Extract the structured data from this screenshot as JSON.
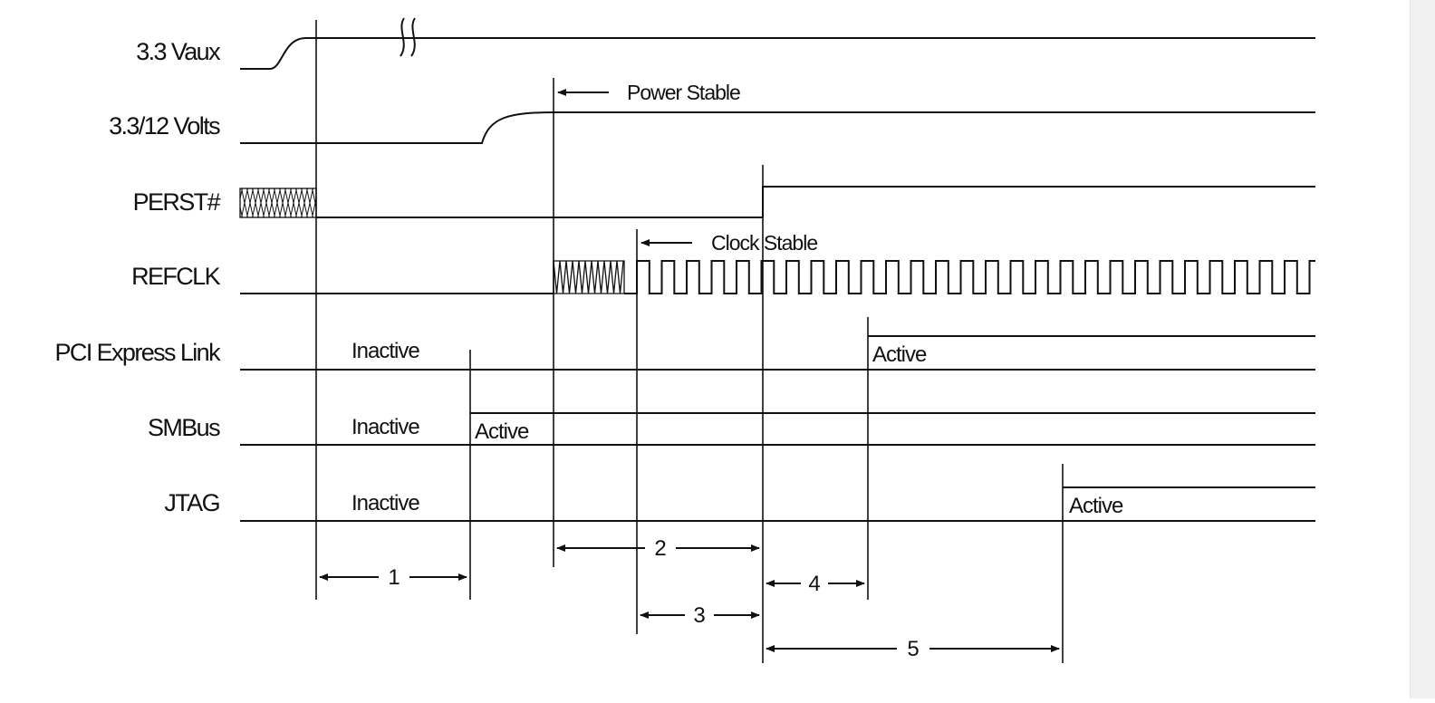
{
  "colors": {
    "ink": "#111111",
    "background": "#ffffff",
    "scrollbar": "#f1f1f1"
  },
  "signals": [
    {
      "id": "vaux",
      "label": "3.3 Vaux"
    },
    {
      "id": "volts",
      "label": "3.3/12 Volts"
    },
    {
      "id": "perst",
      "label": "PERST#"
    },
    {
      "id": "refclk",
      "label": "REFCLK"
    },
    {
      "id": "pcie",
      "label": "PCI Express Link"
    },
    {
      "id": "smbus",
      "label": "SMBus"
    },
    {
      "id": "jtag",
      "label": "JTAG"
    }
  ],
  "states": {
    "pcie_inactive": "Inactive",
    "pcie_active": "Active",
    "smbus_inactive": "Inactive",
    "smbus_active": "Active",
    "jtag_inactive": "Inactive",
    "jtag_active": "Active"
  },
  "annotations": {
    "power_stable": "Power Stable",
    "clock_stable": "Clock Stable"
  },
  "intervals": [
    "1",
    "2",
    "3",
    "4",
    "5"
  ]
}
